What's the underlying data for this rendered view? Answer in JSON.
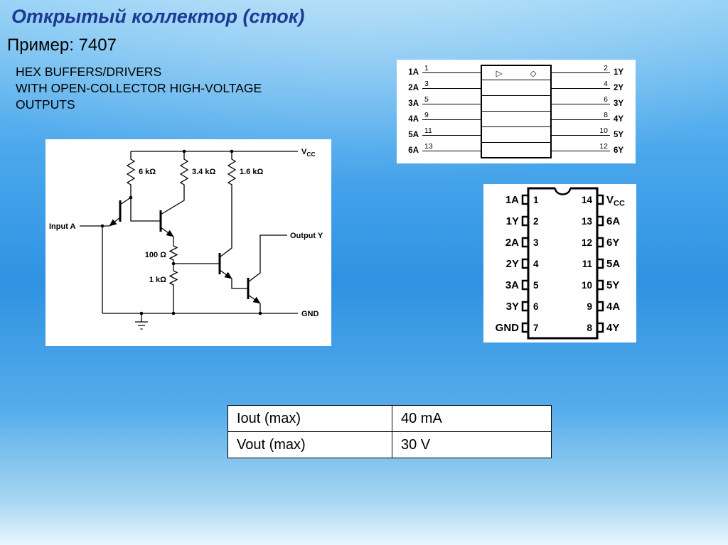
{
  "slide": {
    "title": "Открытый коллектор (сток)",
    "subtitle": "Пример: 7407",
    "description_lines": [
      "HEX BUFFERS/DRIVERS",
      "WITH OPEN-COLLECTOR HIGH-VOLTAGE",
      "OUTPUTS"
    ]
  },
  "logic_diagram": {
    "buffer_symbol": "▷",
    "open_collector_symbol": "◇",
    "rows": [
      {
        "input_label": "1A",
        "input_pin": "1",
        "output_pin": "2",
        "output_label": "1Y"
      },
      {
        "input_label": "2A",
        "input_pin": "3",
        "output_pin": "4",
        "output_label": "2Y"
      },
      {
        "input_label": "3A",
        "input_pin": "5",
        "output_pin": "6",
        "output_label": "3Y"
      },
      {
        "input_label": "4A",
        "input_pin": "9",
        "output_pin": "8",
        "output_label": "4Y"
      },
      {
        "input_label": "5A",
        "input_pin": "11",
        "output_pin": "10",
        "output_label": "5Y"
      },
      {
        "input_label": "6A",
        "input_pin": "13",
        "output_pin": "12",
        "output_label": "6Y"
      }
    ]
  },
  "schematic": {
    "vcc_main": "V",
    "vcc_sub": "CC",
    "gnd": "GND",
    "input_label": "Input A",
    "output_label": "Output Y",
    "r1": "6 kΩ",
    "r2": "3.4 kΩ",
    "r3": "1.6 kΩ",
    "r4": "100 Ω",
    "r5": "1 kΩ"
  },
  "pinout": {
    "rows": [
      {
        "left_label": "1A",
        "left_pin": "1",
        "right_pin": "14",
        "right_label_main": "V",
        "right_label_sub": "CC"
      },
      {
        "left_label": "1Y",
        "left_pin": "2",
        "right_pin": "13",
        "right_label": "6A"
      },
      {
        "left_label": "2A",
        "left_pin": "3",
        "right_pin": "12",
        "right_label": "6Y"
      },
      {
        "left_label": "2Y",
        "left_pin": "4",
        "right_pin": "11",
        "right_label": "5A"
      },
      {
        "left_label": "3A",
        "left_pin": "5",
        "right_pin": "10",
        "right_label": "5Y"
      },
      {
        "left_label": "3Y",
        "left_pin": "6",
        "right_pin": "9",
        "right_label": "4A"
      },
      {
        "left_label": "GND",
        "left_pin": "7",
        "right_pin": "8",
        "right_label": "4Y"
      }
    ]
  },
  "table": {
    "rows": [
      {
        "param": "Iout (max)",
        "value": "40 mA"
      },
      {
        "param": "Vout (max)",
        "value": "30 V"
      }
    ]
  },
  "colors": {
    "title": "#1d3a94",
    "background": "#2f92e2",
    "panel": "#ffffff",
    "line": "#000000"
  }
}
